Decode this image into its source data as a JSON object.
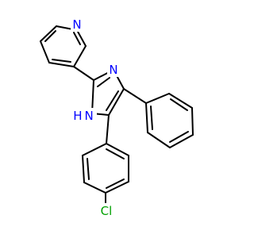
{
  "molecule": {
    "atoms": {
      "n_pyridine": {
        "symbol": "N",
        "color": "#0000FF"
      },
      "n_imidazole": {
        "symbol": "N",
        "color": "#0000FF"
      },
      "nh_imidazole": {
        "symbol": "H N",
        "color": "#0000FF"
      },
      "cl": {
        "symbol": "Cl",
        "color": "#00A000"
      }
    },
    "bond_color": "#000000"
  }
}
